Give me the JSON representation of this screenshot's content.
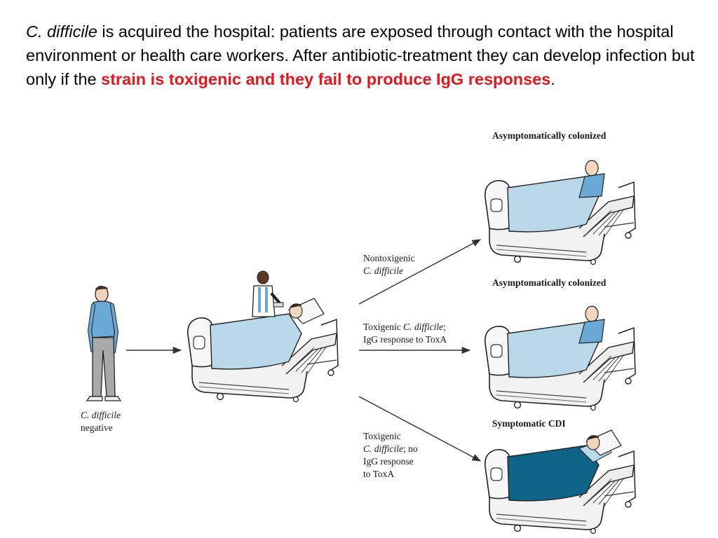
{
  "intro": {
    "organism": "C. difficile",
    "text_1": " is acquired the hospital: patients are exposed through contact with the hospital environment or health care workers.  After antibiotic-treatment they can develop infection but only if the ",
    "emphasis": "strain is toxigenic and they fail to produce IgG responses",
    "text_end": "."
  },
  "person_label": {
    "organism": "C. difficile",
    "status": "negative"
  },
  "paths": {
    "nontoxigenic": {
      "line1": "Nontoxigenic",
      "organism": "C. difficile"
    },
    "toxigenic_igg": {
      "prefix": "Toxigenic ",
      "organism": "C. difficile",
      "suffix": ";",
      "line2": "IgG response to ToxA"
    },
    "toxigenic_no_igg": {
      "line1": "Toxigenic",
      "organism": "C. difficile",
      "suffix": "; no",
      "line3": "IgG response",
      "line4": "to ToxA"
    }
  },
  "outcomes": {
    "top": "Asymptomatically colonized",
    "middle": "Asymptomatically colonized",
    "bottom": "Symptomatic CDI"
  },
  "colors": {
    "emphasis_red": "#e8151b",
    "blanket_light": "#b9d9ea",
    "blanket_dark": "#0f6386",
    "shirt_blue": "#6aa9d6"
  },
  "icons": {
    "person": "standing-person",
    "doctor": "doctor",
    "patient_bed": "hospital-bed"
  }
}
